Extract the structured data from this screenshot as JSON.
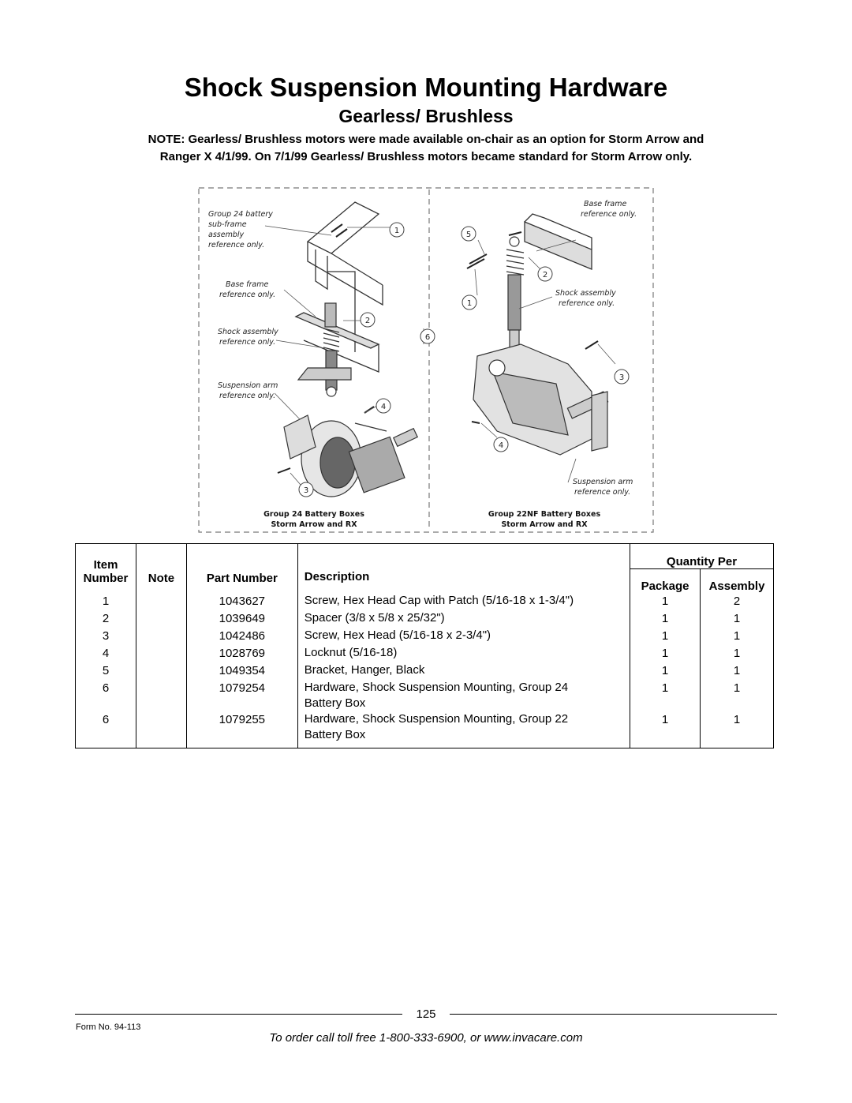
{
  "header": {
    "title": "Shock Suspension Mounting Hardware",
    "subtitle": "Gearless/ Brushless",
    "note_line1": "NOTE: Gearless/ Brushless motors were made available on-chair as an option for Storm Arrow and",
    "note_line2": "Ranger X 4/1/99. On 7/1/99 Gearless/ Brushless motors became standard for Storm Arrow only."
  },
  "figure": {
    "left_labels": {
      "subframe": [
        "Group 24 battery",
        "sub-frame",
        "assembly",
        "reference only."
      ],
      "base_frame": [
        "Base frame",
        "reference only."
      ],
      "shock": [
        "Shock assembly",
        "reference only."
      ],
      "arm": [
        "Suspension arm",
        "reference only."
      ]
    },
    "right_labels": {
      "base_frame": [
        "Base frame",
        "reference only."
      ],
      "shock": [
        "Shock assembly",
        "reference only."
      ],
      "arm": [
        "Suspension arm",
        "reference only."
      ]
    },
    "callouts": [
      "1",
      "2",
      "3",
      "4",
      "5",
      "6"
    ],
    "left_caption": [
      "Group 24 Battery Boxes",
      "Storm Arrow and RX"
    ],
    "right_caption": [
      "Group 22NF Battery Boxes",
      "Storm Arrow and RX"
    ]
  },
  "table": {
    "headers": {
      "item_top": "Item",
      "item_bottom": "Number",
      "note": "Note",
      "part_number": "Part Number",
      "description": "Description",
      "quantity_per": "Quantity Per",
      "package": "Package",
      "assembly": "Assembly"
    },
    "rows": [
      {
        "item": "1",
        "note": "",
        "part": "1043627",
        "desc1": "Screw, Hex Head Cap with Patch (5/16-18 x 1-3/4\")",
        "desc2": "",
        "package": "1",
        "assembly": "2"
      },
      {
        "item": "2",
        "note": "",
        "part": "1039649",
        "desc1": "Spacer (3/8 x 5/8 x 25/32\")",
        "desc2": "",
        "package": "1",
        "assembly": "1"
      },
      {
        "item": "3",
        "note": "",
        "part": "1042486",
        "desc1": "Screw, Hex Head (5/16-18 x 2-3/4\")",
        "desc2": "",
        "package": "1",
        "assembly": "1"
      },
      {
        "item": "4",
        "note": "",
        "part": "1028769",
        "desc1": "Locknut (5/16-18)",
        "desc2": "",
        "package": "1",
        "assembly": "1"
      },
      {
        "item": "5",
        "note": "",
        "part": "1049354",
        "desc1": "Bracket, Hanger, Black",
        "desc2": "",
        "package": "1",
        "assembly": "1"
      },
      {
        "item": "6",
        "note": "",
        "part": "1079254",
        "desc1": "Hardware, Shock Suspension Mounting, Group 24",
        "desc2": "Battery Box",
        "package": "1",
        "assembly": "1"
      },
      {
        "item": "6",
        "note": "",
        "part": "1079255",
        "desc1": "Hardware, Shock Suspension Mounting, Group 22",
        "desc2": "Battery Box",
        "package": "1",
        "assembly": "1"
      }
    ]
  },
  "footer": {
    "page_number": "125",
    "form_no": "Form No.  94-113",
    "order_text": "To order call toll free 1-800-333-6900, or www.invacare.com"
  }
}
